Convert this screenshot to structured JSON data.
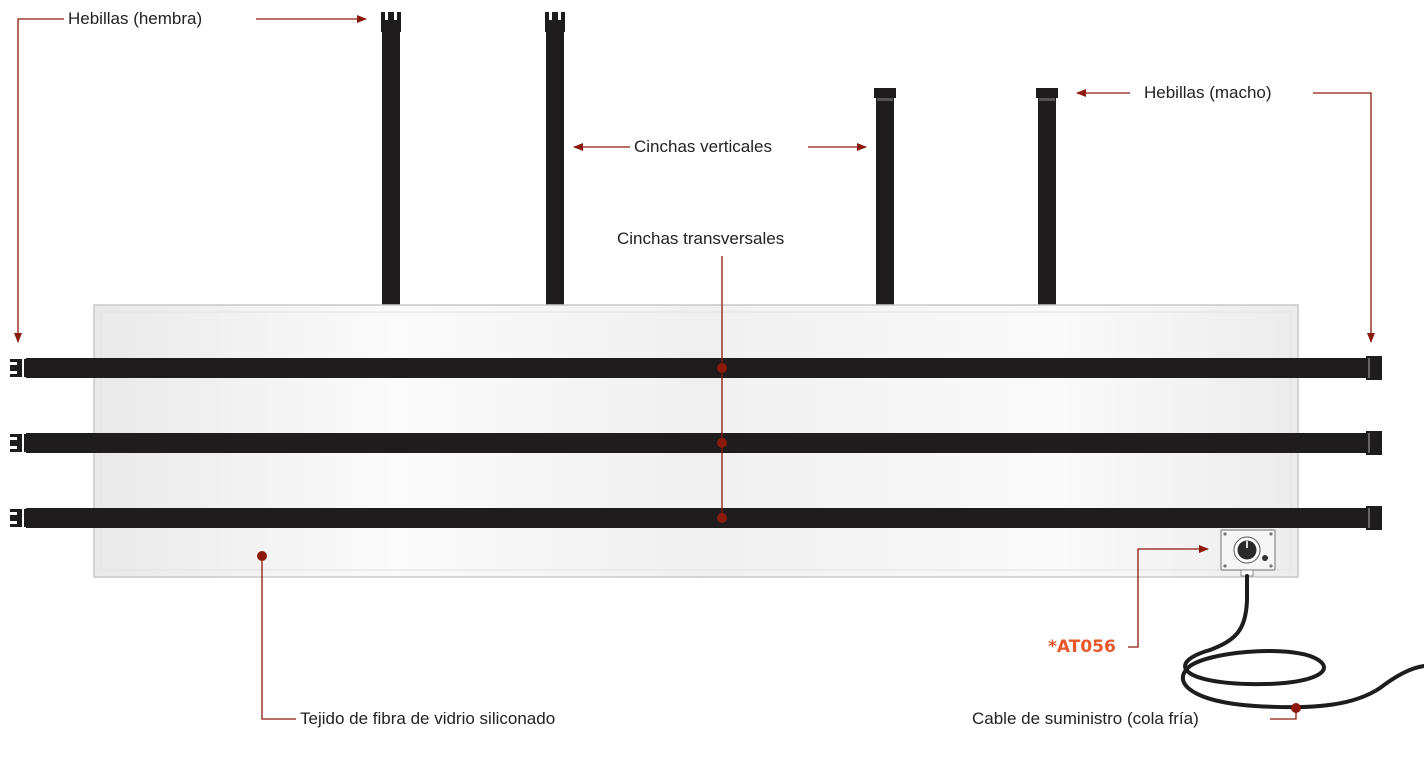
{
  "labels": {
    "buckles_female": "Hebillas (hembra)",
    "buckles_male": "Hebillas (macho)",
    "vertical_straps": "Cinchas verticales",
    "transverse_straps": "Cinchas transversales",
    "fabric": "Tejido de fibra de vidrio siliconado",
    "supply_cable": "Cable de suministro (cola fría)",
    "thermostat_code": "*AT056"
  },
  "colors": {
    "leader": "#8b1a0c",
    "strap": "#1e1c1c",
    "panel_fill": "#f1f1f1",
    "panel_border": "#c9c9c9",
    "code": "#e8582a"
  },
  "icons": {
    "thermostat": "thermostat-dial-icon",
    "cable": "coiled-cable-icon"
  }
}
